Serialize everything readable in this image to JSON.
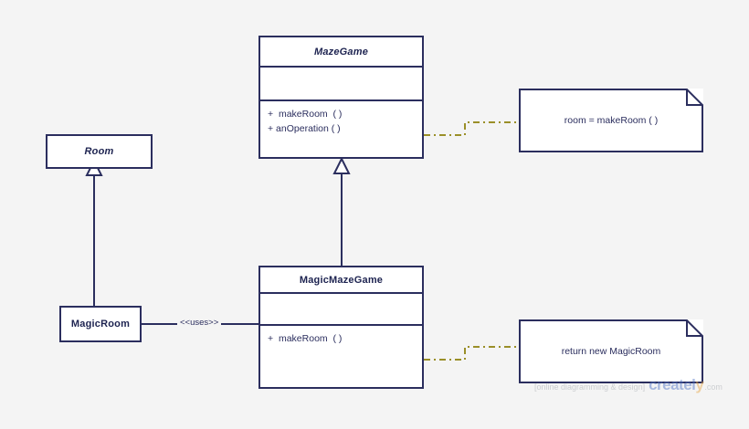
{
  "diagram": {
    "type": "uml-class-diagram",
    "background_color": "#f4f4f4",
    "line_color": "#2b2e5e",
    "note_dash_color": "#9a8f28"
  },
  "classes": [
    {
      "id": "room",
      "name": "Room",
      "abstract": true,
      "attributes": [],
      "methods": []
    },
    {
      "id": "magicroom",
      "name": "MagicRoom",
      "abstract": false,
      "attributes": [],
      "methods": []
    },
    {
      "id": "mazegame",
      "name": "MazeGame",
      "abstract": true,
      "attributes": [],
      "methods": [
        "+  makeRoom  ( )",
        "+ anOperation ( )"
      ]
    },
    {
      "id": "magicmazegame",
      "name": "MagicMazeGame",
      "abstract": false,
      "attributes": [],
      "methods": [
        "+  makeRoom  ( )"
      ]
    }
  ],
  "notes": [
    {
      "id": "note-makeroom",
      "text": "room = makeRoom ( )",
      "attached_to": "mazegame"
    },
    {
      "id": "note-magicroom",
      "text": "return new MagicRoom",
      "attached_to": "magicmazegame"
    }
  ],
  "relationships": [
    {
      "id": "gen-magicroom-room",
      "type": "generalization",
      "from": "magicroom",
      "to": "room",
      "label": ""
    },
    {
      "id": "gen-magicmazegame-mazegame",
      "type": "generalization",
      "from": "magicmazegame",
      "to": "mazegame",
      "label": ""
    },
    {
      "id": "uses-magicmazegame-magicroom",
      "type": "dependency",
      "from": "magicmazegame",
      "to": "magicroom",
      "label": "<<uses>>"
    }
  ],
  "watermark": {
    "tagline": "[online diagramming & design]",
    "brand_prefix": "createl",
    "brand_accent": "y",
    "domain_suffix": ".com"
  }
}
